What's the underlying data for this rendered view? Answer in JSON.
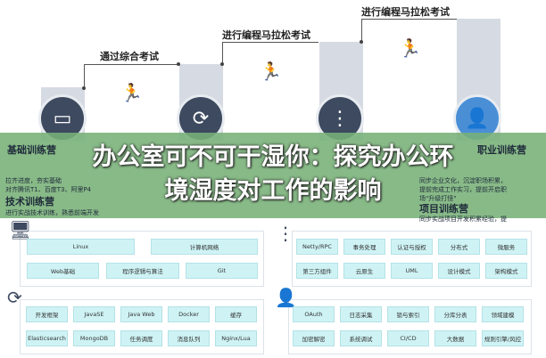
{
  "steps": [
    {
      "arrow_label": "通过综合考试",
      "icon": "monitor-icon",
      "heading": "基础训练营",
      "desc": [
        "拉齐进度，夯实基础",
        "对齐腾讯T1、百度T3、阿里P4"
      ]
    },
    {
      "arrow_label": "进行编程马拉松考试",
      "icon": "cycle-icon",
      "heading": "技术训练营",
      "desc": [
        "进行实战技术训练，熟悉前端开发"
      ]
    },
    {
      "arrow_label": "进行编程马拉松考试",
      "icon": "architecture-icon",
      "heading": "项目训练营",
      "desc": [
        "同步实战项目开发积累经验，提"
      ]
    },
    {
      "icon": "professional-user-icon",
      "heading": "职业训练营",
      "desc": [
        "同步企业文化，沉淀职场积累，",
        "提前完成工作实习，提前开启职",
        "场\"升级打怪\""
      ]
    }
  ],
  "overlay_title": [
    "办公室可不可干湿你：探究办公环",
    "境湿度对工作的影响"
  ],
  "panels": {
    "p1": [
      "Linux",
      "计算机网络",
      "Web基础",
      "程序逻辑与算法",
      "Git"
    ],
    "p2": [
      "开发框架",
      "JavaSE",
      "Java Web",
      "Docker",
      "缓存",
      "Elasticsearch",
      "MongoDB",
      "任务调度",
      "消息队列",
      "Nginx/Lua"
    ],
    "p3": [
      "Netty/RPC",
      "事务处理",
      "认证与授权",
      "分布式",
      "微服务",
      "第三方组件",
      "云原生",
      "UML",
      "设计模式",
      "架构模式"
    ],
    "p4": [
      "OAuth",
      "日志采集",
      "锁与索引",
      "分库分表",
      "领域建模",
      "加密解密",
      "系统调试",
      "CI/CD",
      "大数据",
      "规则引擎/风控"
    ]
  },
  "colors": {
    "circle": "#3d4a5f",
    "circle_accent": "#4a8fd6",
    "tag_bg": "#cff3f5",
    "band": "#78b078",
    "runner_accent": "#4a8fd6"
  }
}
